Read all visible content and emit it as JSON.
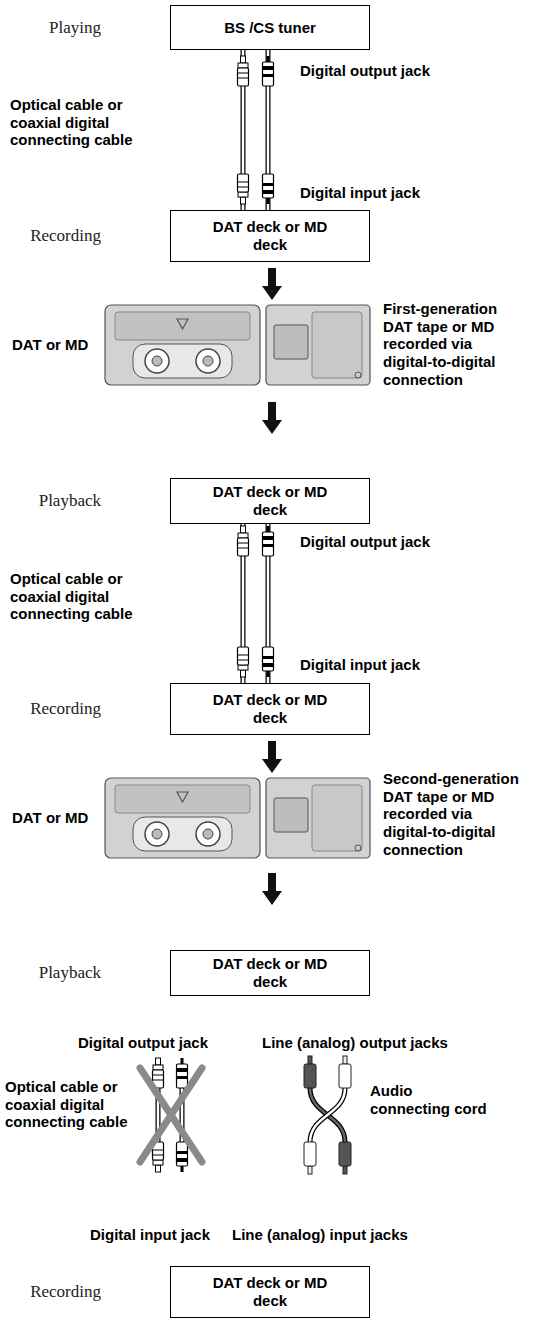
{
  "diagram": {
    "nodes": [
      {
        "text": [
          "Playing",
          "BS /CS tuner"
        ]
      },
      {
        "text": [
          "Recording",
          "DAT deck or MD deck"
        ]
      },
      {
        "text": [
          "Playback",
          "DAT deck or MD deck"
        ]
      },
      {
        "text": [
          "Recording",
          "DAT deck or MD deck"
        ]
      },
      {
        "text": [
          "Playback",
          "DAT deck or MD deck"
        ]
      },
      {
        "text": [
          "Recording",
          "DAT deck or MD deck"
        ]
      }
    ],
    "edges": [
      {
        "from": 0,
        "to": 1,
        "arrow": "none"
      },
      {
        "from": 2,
        "to": 3,
        "arrow": "none"
      }
    ],
    "labels": [
      "Digital output jack",
      "Optical cable or coaxial digital connecting cable",
      "Digital input jack",
      "DAT or MD",
      "First-generation DAT tape or MD recorded via digital-to-digital connection",
      "Digital output jack",
      "Optical cable or coaxial digital connecting cable",
      "Digital input jack",
      "DAT or MD",
      "Second-generation DAT tape or MD recorded via digital-to-digital connection",
      "Digital output jack",
      "Line (analog) output jacks",
      "Optical cable or coaxial digital connecting cable",
      "Audio connecting cord",
      "Digital input jack",
      "Line (analog) input jacks"
    ]
  }
}
